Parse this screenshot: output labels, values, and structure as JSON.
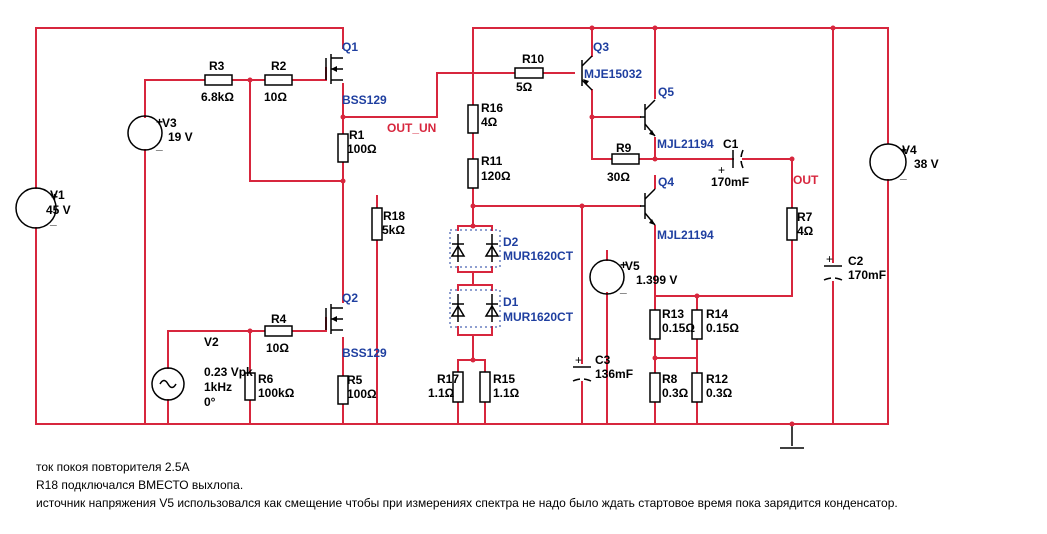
{
  "components": {
    "V1": {
      "name": "V1",
      "value": "45 V"
    },
    "V3": {
      "name": "V3",
      "value": "19 V"
    },
    "V2": {
      "name": "V2",
      "value1": "0.23 Vpk",
      "value2": "1kHz",
      "value3": "0°"
    },
    "V4": {
      "name": "V4",
      "value": "38 V"
    },
    "V5": {
      "name": "V5",
      "value": "1.399 V"
    },
    "R1": {
      "name": "R1",
      "value": "100Ω"
    },
    "R2": {
      "name": "R2",
      "value": "10Ω"
    },
    "R3": {
      "name": "R3",
      "value": "6.8kΩ"
    },
    "R4": {
      "name": "R4",
      "value": "10Ω"
    },
    "R5": {
      "name": "R5",
      "value": "100Ω"
    },
    "R6": {
      "name": "R6",
      "value": "100kΩ"
    },
    "R7": {
      "name": "R7",
      "value": "4Ω"
    },
    "R8": {
      "name": "R8",
      "value": "0.3Ω"
    },
    "R9": {
      "name": "R9",
      "value": "30Ω"
    },
    "R10": {
      "name": "R10",
      "value": "5Ω"
    },
    "R11": {
      "name": "R11",
      "value": "120Ω"
    },
    "R12": {
      "name": "R12",
      "value": "0.3Ω"
    },
    "R13": {
      "name": "R13",
      "value": "0.15Ω"
    },
    "R14": {
      "name": "R14",
      "value": "0.15Ω"
    },
    "R15": {
      "name": "R15",
      "value": "1.1Ω"
    },
    "R16": {
      "name": "R16",
      "value": "4Ω"
    },
    "R17": {
      "name": "R17",
      "value": "1.1Ω"
    },
    "R18": {
      "name": "R18",
      "value": "5kΩ"
    },
    "C1": {
      "name": "C1",
      "value": "170mF"
    },
    "C2": {
      "name": "C2",
      "value": "170mF"
    },
    "C3": {
      "name": "C3",
      "value": "136mF"
    },
    "Q1": {
      "name": "Q1",
      "part": "BSS129"
    },
    "Q2": {
      "name": "Q2",
      "part": "BSS129"
    },
    "Q3": {
      "name": "Q3",
      "part": "MJE15032"
    },
    "Q4": {
      "name": "Q4",
      "part": "MJL21194"
    },
    "Q5": {
      "name": "Q5",
      "part": "MJL21194"
    },
    "D1": {
      "name": "D1",
      "part": "MUR1620CT"
    },
    "D2": {
      "name": "D2",
      "part": "MUR1620CT"
    }
  },
  "nets": {
    "out_un": "OUT_UN",
    "out": "OUT"
  },
  "notes": [
    "ток покоя повторителя 2.5А",
    "R18 подключался ВМЕСТО выхлопа.",
    "источник напряжения V5 использовался как смещение чтобы при измерениях спектра не надо было ждать стартовое время пока зарядится конденсатор."
  ]
}
